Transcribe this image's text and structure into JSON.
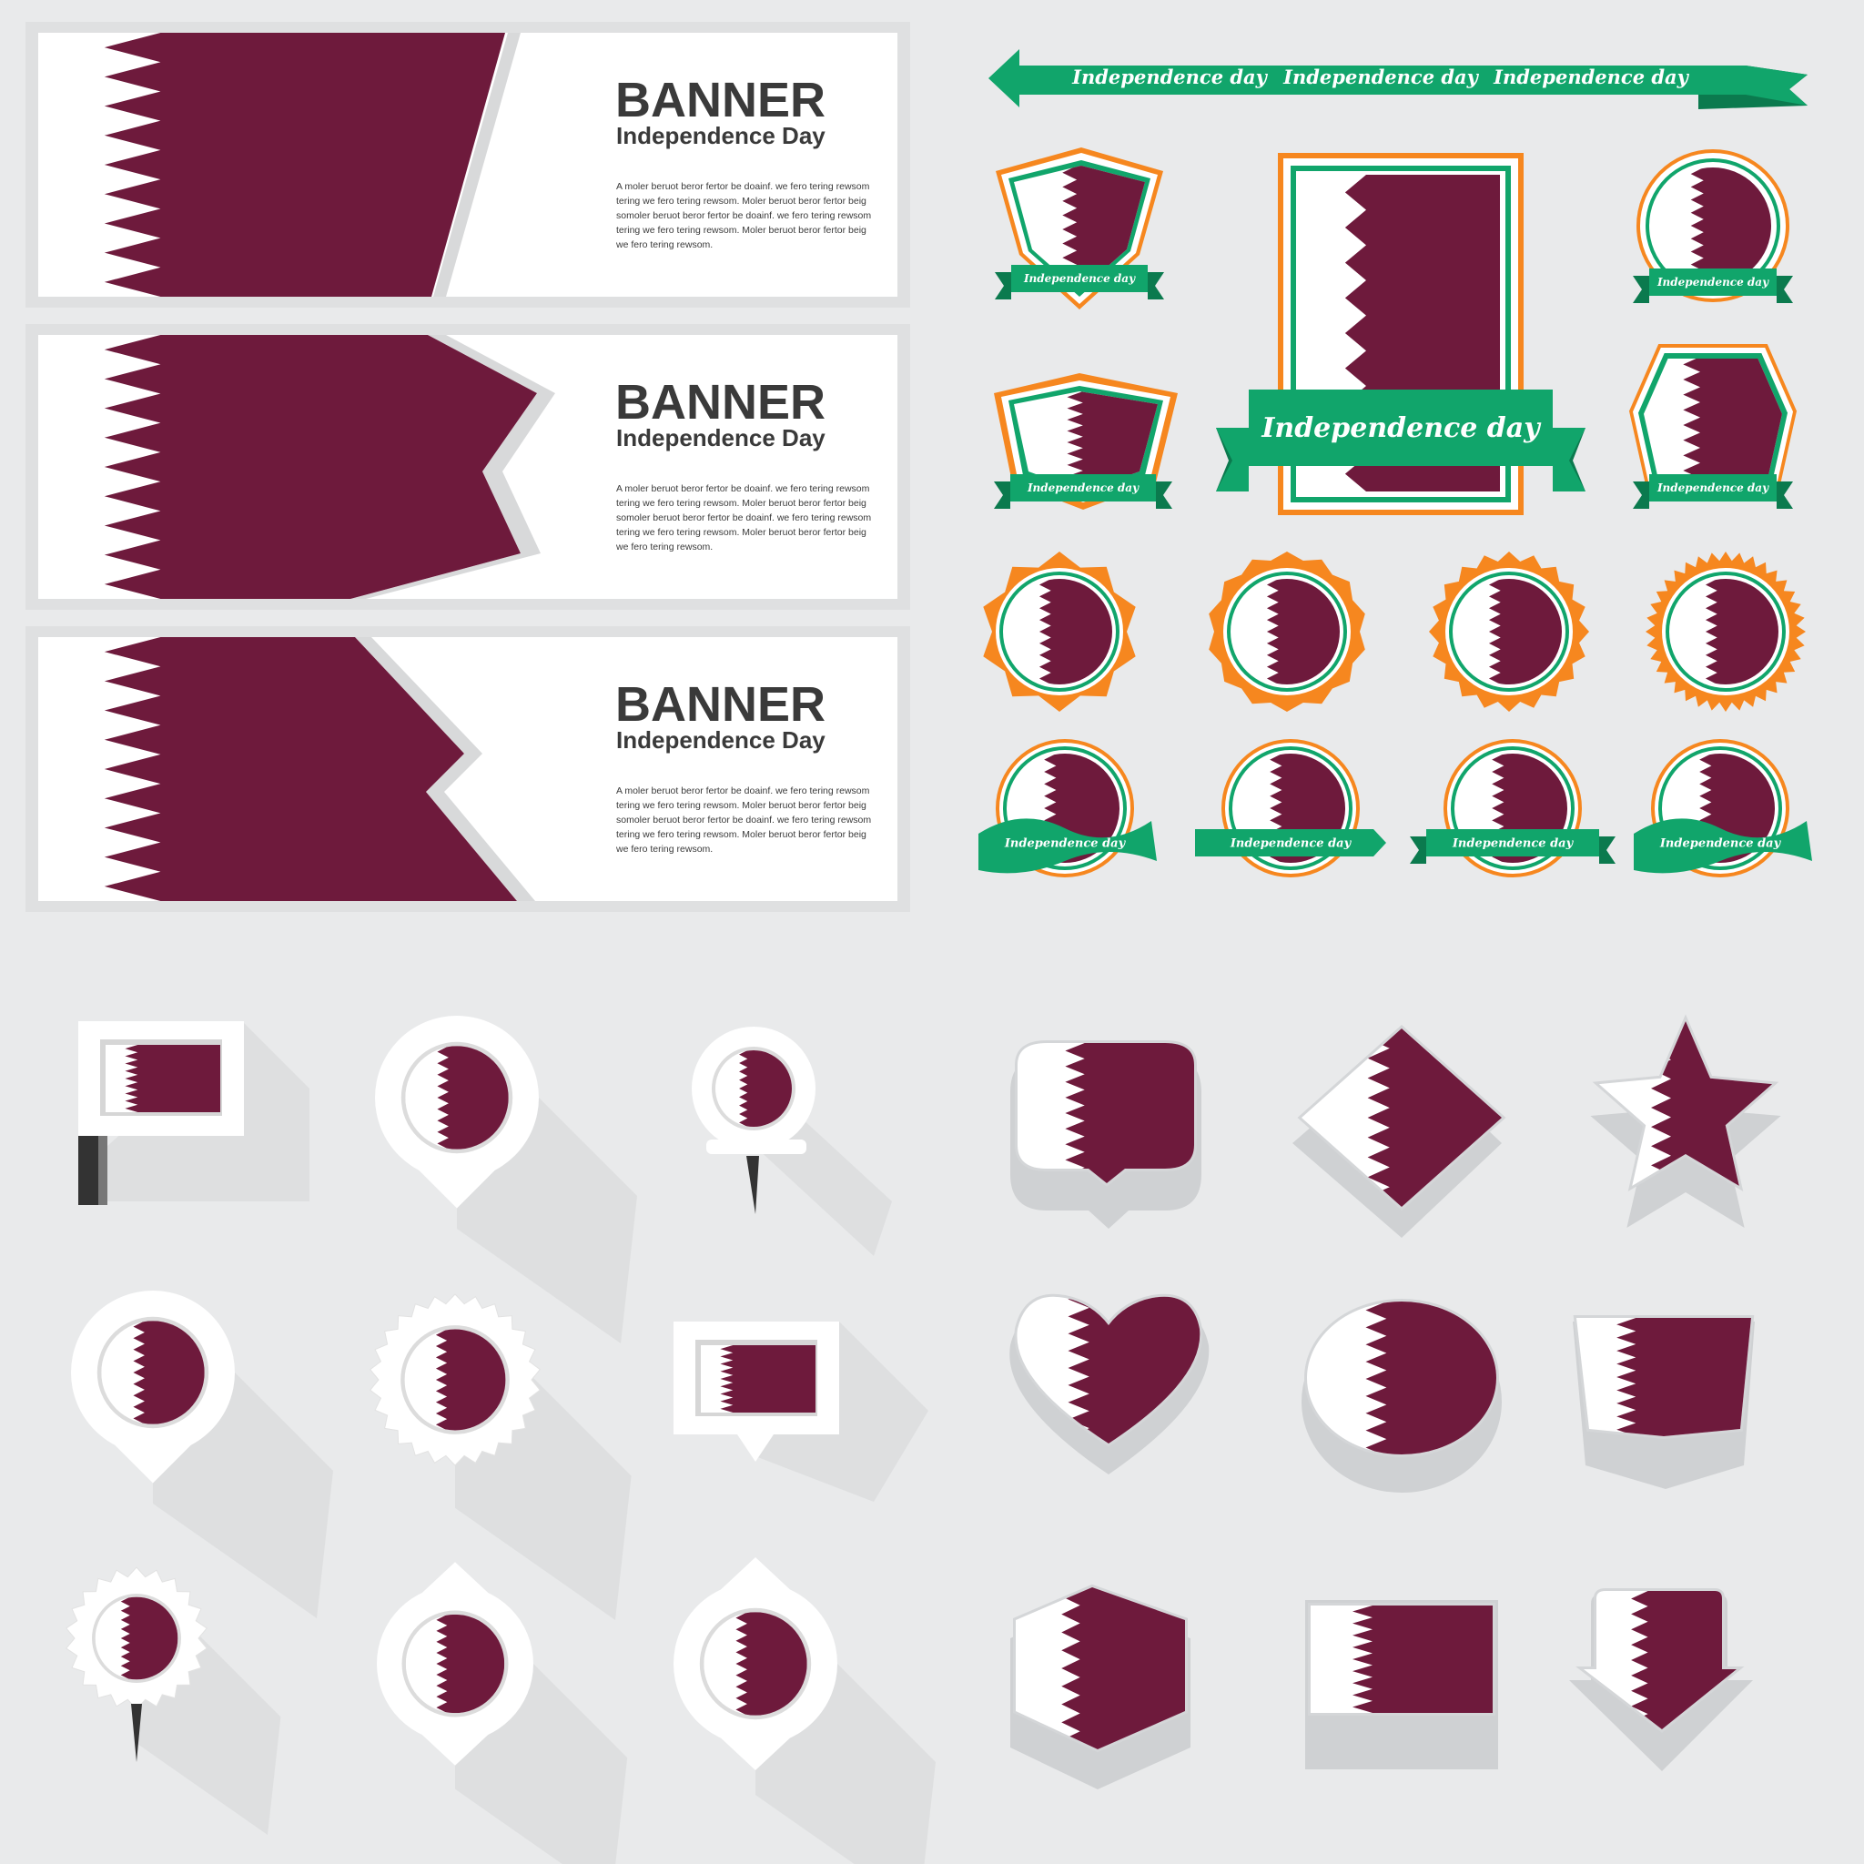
{
  "colors": {
    "background": "#e9eaeb",
    "maroon": "#6e1a3c",
    "white": "#ffffff",
    "green": "#11a56b",
    "green_dark": "#0b7a4e",
    "orange": "#f6871f",
    "shadow": "#d9dadc",
    "pin": "#333333"
  },
  "banners": [
    {
      "title": "BANNER",
      "subtitle": "Independence Day",
      "body": [
        "A moler beruot beror fertor be doainf. we fero tering rewsom",
        "tering we fero tering rewsom. Moler beruot beror fertor beig",
        "somoler beruot beror fertor be doainf. we fero tering rewsom",
        "tering we fero tering rewsom. Moler beruot beror fertor beig",
        "we fero tering rewsom."
      ]
    },
    {
      "title": "BANNER",
      "subtitle": "Independence Day",
      "body": [
        "A moler beruot beror fertor be doainf. we fero tering rewsom",
        "tering we fero tering rewsom. Moler beruot beror fertor beig",
        "somoler beruot beror fertor be doainf. we fero tering rewsom",
        "tering we fero tering rewsom. Moler beruot beror fertor beig",
        "we fero tering rewsom."
      ]
    },
    {
      "title": "BANNER",
      "subtitle": "Independence Day",
      "body": [
        "A moler beruot beror fertor be doainf. we fero tering rewsom",
        "tering we fero tering rewsom. Moler beruot beror fertor beig",
        "somoler beruot beror fertor be doainf. we fero tering rewsom",
        "tering we fero tering rewsom. Moler beruot beror fertor beig",
        "we fero tering rewsom."
      ]
    }
  ],
  "ribbon_arrow": {
    "labels": [
      "Independence day",
      "Independence day",
      "Independence day"
    ]
  },
  "badges": {
    "label": "Independence day",
    "large_label": "Independence day"
  },
  "icon_names": [
    "flag-icon",
    "pin-icon",
    "badge-icon",
    "heart-icon",
    "star-icon",
    "shield-icon"
  ]
}
